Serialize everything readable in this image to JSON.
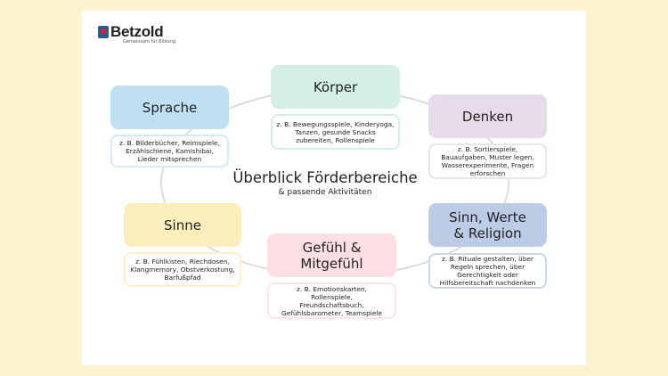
{
  "logo": {
    "name": "Betzold",
    "tagline": "Gemeinsam für Bildung"
  },
  "title": "Überblick Förderbereiche",
  "subtitle": "& passende Aktivitäten",
  "areas": [
    {
      "label": "Körper",
      "desc": "z. B. Bewegungsspiele, Kinderyoga, Tanzen, gesunde Snacks zubereiten, Rollenspiele",
      "color": "#d3efe6",
      "border": "#d3efe6"
    },
    {
      "label": "Sprache",
      "desc": "z. B. Bilderbücher, Reimspiele, Erzählschiene, Kamishibai, Lieder mitsprechen",
      "color": "#bfe0f3",
      "border": "#d4ebf7"
    },
    {
      "label": "Denken",
      "desc": "z. B. Sortierspiele, Bauaufgaben, Muster legen, Wasserexperimente, Fragen erforschen",
      "color": "#e6dbe8",
      "border": "#ece3ed"
    },
    {
      "label": "Sinne",
      "desc": "z. B. Fühlkisten, Riechdosen, Klangmemory, Obstverkostung, Barfußpfad",
      "color": "#fbeebb",
      "border": "#fbf0c8"
    },
    {
      "label": "Gefühl & Mitgefühl",
      "desc": "z. B. Emotionskarten, Rollenspiele, Freundschaftsbuch, Gefühlsbarometer, Teamspiele",
      "color": "#fbdfe2",
      "border": "#fbe6e8"
    },
    {
      "label": "Sinn, Werte & Religion",
      "desc": "z. B. Rituale gestalten, über Regeln sprechen, über Gerechtigkeit oder Hilfsbereitschaft nachdenken",
      "color": "#bccbe6",
      "border": "#cbd6eb"
    }
  ]
}
